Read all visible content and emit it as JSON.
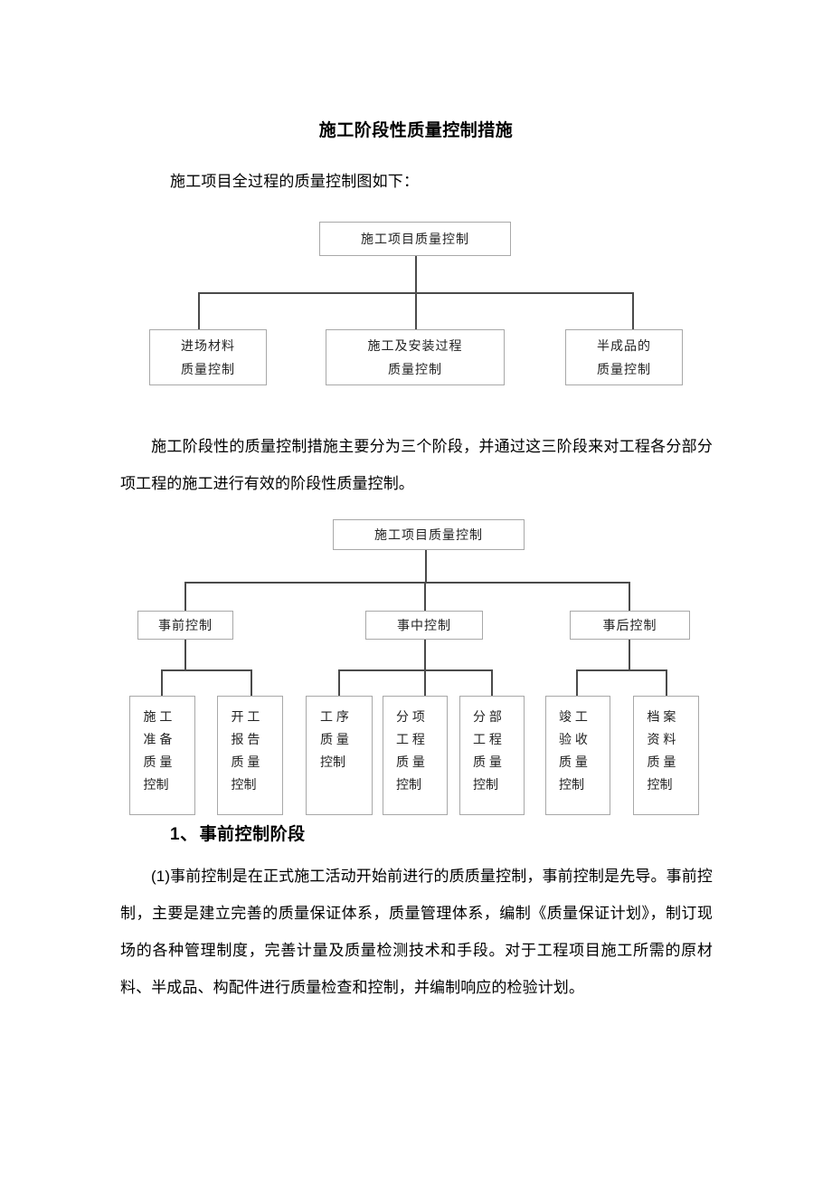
{
  "document": {
    "title": "施工阶段性质量控制措施",
    "intro": "施工项目全过程的质量控制图如下：",
    "paragraph_mid": "施工阶段性的质量控制措施主要分为三个阶段，并通过这三阶段来对工程各分部分项工程的施工进行有效的阶段性质量控制。",
    "section_number": "1、",
    "section_heading": "事前控制阶段",
    "paragraph_last": "(1)事前控制是在正式施工活动开始前进行的质质量控制，事前控制是先导。事前控制，主要是建立完善的质量保证体系，质量管理体系，编制《质量保证计划》，制订现场的各种管理制度，完善计量及质量检测技术和手段。对于工程项目施工所需的原材料、半成品、构配件进行质量检查和控制，并编制响应的检验计划。"
  },
  "diagram1": {
    "root": {
      "line1": "施工项目质量控制"
    },
    "children": [
      {
        "line1": "进场材料",
        "line2": "质量控制"
      },
      {
        "line1": "施工及安装过程",
        "line2": "质量控制"
      },
      {
        "line1": "半成品的",
        "line2": "质量控制"
      }
    ]
  },
  "diagram2": {
    "root": {
      "line1": "施工项目质量控制"
    },
    "stages": [
      {
        "label": "事前控制"
      },
      {
        "label": "事中控制"
      },
      {
        "label": "事后控制"
      }
    ],
    "leaves": [
      {
        "rows": [
          "施 工",
          "准 备",
          "质 量",
          "控制"
        ]
      },
      {
        "rows": [
          "开 工",
          "报 告",
          "质 量",
          "控制"
        ]
      },
      {
        "rows": [
          "工 序",
          "质 量",
          "控制"
        ]
      },
      {
        "rows": [
          "分 项",
          "工 程",
          "质 量",
          "控制"
        ]
      },
      {
        "rows": [
          "分 部",
          "工 程",
          "质 量",
          "控制"
        ]
      },
      {
        "rows": [
          "竣 工",
          "验 收",
          "质 量",
          "控制"
        ]
      },
      {
        "rows": [
          "档 案",
          "资 料",
          "质 量",
          "控制"
        ]
      }
    ]
  },
  "colors": {
    "node_border": "#a8a8a8",
    "connector": "#4a4a4a",
    "text": "#000000",
    "page_background": "#ffffff"
  }
}
